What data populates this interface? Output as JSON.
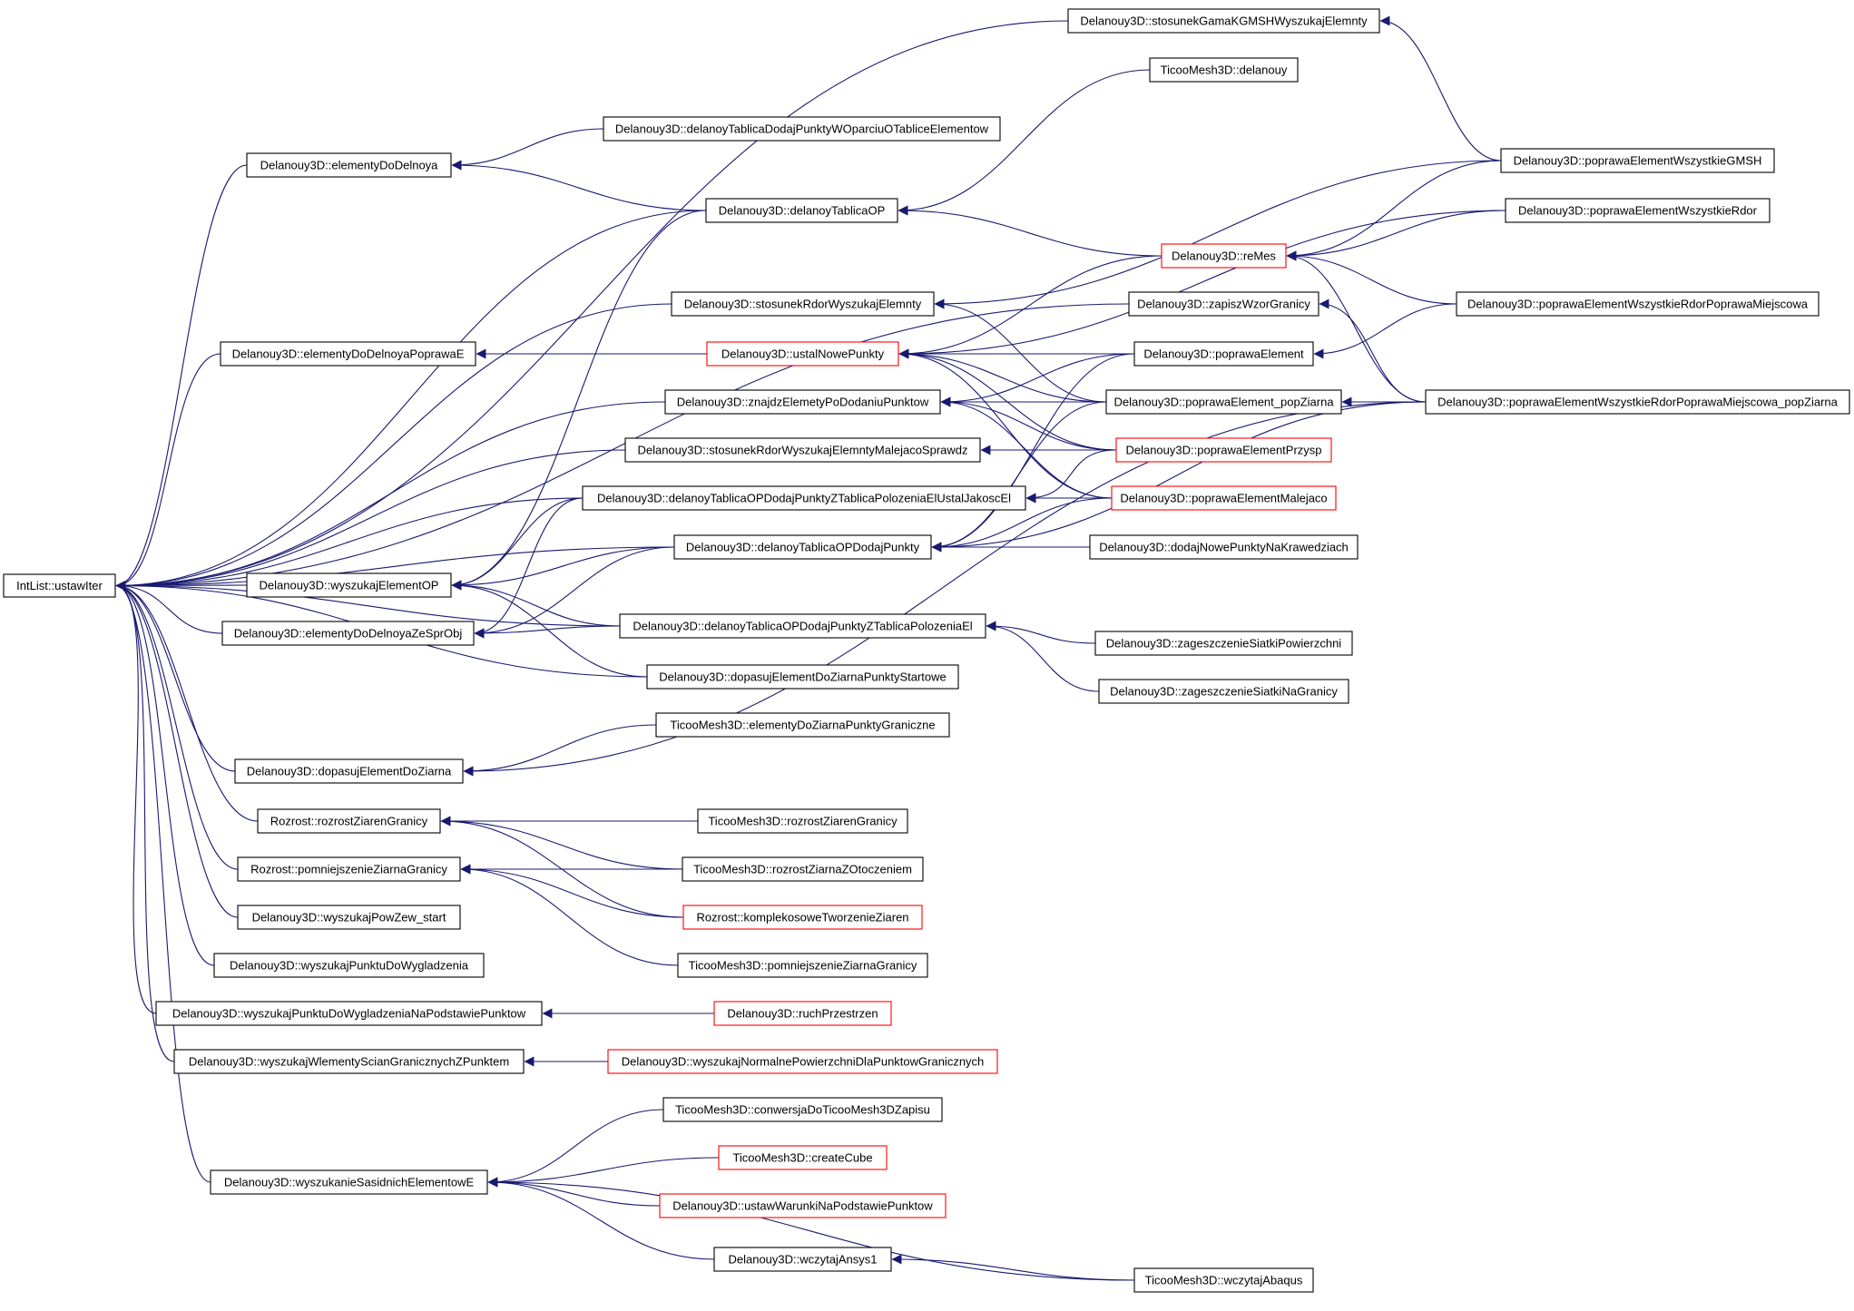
{
  "colors": {
    "edge": "#191970",
    "border_normal": "#000000",
    "border_truncated": "#ff0000",
    "root_fill": "#bfbfbf",
    "background": "#ffffff"
  },
  "nodes": [
    {
      "id": "root",
      "label": "IntList::ustawIter",
      "border": "black",
      "root": true
    },
    {
      "id": "eDD",
      "label": "Delanouy3D::elementyDoDelnoya",
      "border": "black"
    },
    {
      "id": "eDDPE",
      "label": "Delanouy3D::elementyDoDelnoyaPoprawaE",
      "border": "black"
    },
    {
      "id": "wEOP",
      "label": "Delanouy3D::wyszukajElementOP",
      "border": "black"
    },
    {
      "id": "eDDZSO",
      "label": "Delanouy3D::elementyDoDelnoyaZeSprObj",
      "border": "black"
    },
    {
      "id": "dEDZ",
      "label": "Delanouy3D::dopasujElementDoZiarna",
      "border": "black"
    },
    {
      "id": "rZG",
      "label": "Rozrost::rozrostZiarenGranicy",
      "border": "black"
    },
    {
      "id": "pZG",
      "label": "Rozrost::pomniejszenieZiarnaGranicy",
      "border": "black"
    },
    {
      "id": "wPZs",
      "label": "Delanouy3D::wyszukajPowZew_start",
      "border": "black"
    },
    {
      "id": "wPDW",
      "label": "Delanouy3D::wyszukajPunktuDoWygladzenia",
      "border": "black"
    },
    {
      "id": "wPDWNP",
      "label": "Delanouy3D::wyszukajPunktuDoWygladzeniaNaPodstawiePunktow",
      "border": "black"
    },
    {
      "id": "wWSGZP",
      "label": "Delanouy3D::wyszukajWlementyScianGranicznychZPunktem",
      "border": "black"
    },
    {
      "id": "wSEE",
      "label": "Delanouy3D::wyszukanieSasidnichElementowE",
      "border": "black"
    },
    {
      "id": "dTDPWOTE",
      "label": "Delanouy3D::delanoyTablicaDodajPunktyWOparciuOTabliceElementow",
      "border": "black"
    },
    {
      "id": "dTOP",
      "label": "Delanouy3D::delanoyTablicaOP",
      "border": "black"
    },
    {
      "id": "sRWE",
      "label": "Delanouy3D::stosunekRdorWyszukajElemnty",
      "border": "black"
    },
    {
      "id": "uNP",
      "label": "Delanouy3D::ustalNowePunkty",
      "border": "red"
    },
    {
      "id": "zEPDP",
      "label": "Delanouy3D::znajdzElemetyPoDodaniuPunktow",
      "border": "black"
    },
    {
      "id": "sRWEMS",
      "label": "Delanouy3D::stosunekRdorWyszukajElemntyMalejacoSprawdz",
      "border": "black"
    },
    {
      "id": "dTOPDPZTPEUJE",
      "label": "Delanouy3D::delanoyTablicaOPDodajPunktyZTablicaPolozeniaElUstalJakoscEl",
      "border": "black"
    },
    {
      "id": "dTOPDP",
      "label": "Delanouy3D::delanoyTablicaOPDodajPunkty",
      "border": "black"
    },
    {
      "id": "dTOPDPZTPE",
      "label": "Delanouy3D::delanoyTablicaOPDodajPunktyZTablicaPolozeniaEl",
      "border": "black"
    },
    {
      "id": "dEDZPS",
      "label": "Delanouy3D::dopasujElementDoZiarnaPunktyStartowe",
      "border": "black"
    },
    {
      "id": "tEDZPG",
      "label": "TicooMesh3D::elementyDoZiarnaPunktyGraniczne",
      "border": "black"
    },
    {
      "id": "tRZG",
      "label": "TicooMesh3D::rozrostZiarenGranicy",
      "border": "black"
    },
    {
      "id": "tRZZO",
      "label": "TicooMesh3D::rozrostZiarnaZOtoczeniem",
      "border": "black"
    },
    {
      "id": "rKTZ",
      "label": "Rozrost::komplekosoweTworzenieZiaren",
      "border": "red"
    },
    {
      "id": "tPZG",
      "label": "TicooMesh3D::pomniejszenieZiarnaGranicy",
      "border": "black"
    },
    {
      "id": "rP",
      "label": "Delanouy3D::ruchPrzestrzen",
      "border": "red"
    },
    {
      "id": "wNPDPG",
      "label": "Delanouy3D::wyszukajNormalnePowierzchniDlaPunktowGranicznych",
      "border": "red"
    },
    {
      "id": "tCDTMZ",
      "label": "TicooMesh3D::conwersjaDoTicooMesh3DZapisu",
      "border": "black"
    },
    {
      "id": "tCC",
      "label": "TicooMesh3D::createCube",
      "border": "red"
    },
    {
      "id": "uWNPP",
      "label": "Delanouy3D::ustawWarunkiNaPodstawiePunktow",
      "border": "red"
    },
    {
      "id": "wA",
      "label": "Delanouy3D::wczytajAnsys1",
      "border": "black"
    },
    {
      "id": "sGKWE",
      "label": "Delanouy3D::stosunekGamaKGMSHWyszukajElemnty",
      "border": "black"
    },
    {
      "id": "tD",
      "label": "TicooMesh3D::delanouy",
      "border": "black"
    },
    {
      "id": "rM",
      "label": "Delanouy3D::reMes",
      "border": "red"
    },
    {
      "id": "zWG",
      "label": "Delanouy3D::zapiszWzorGranicy",
      "border": "black"
    },
    {
      "id": "pE",
      "label": "Delanouy3D::poprawaElement",
      "border": "black"
    },
    {
      "id": "pEpZ",
      "label": "Delanouy3D::poprawaElement_popZiarna",
      "border": "black"
    },
    {
      "id": "pEP",
      "label": "Delanouy3D::poprawaElementPrzysp",
      "border": "red"
    },
    {
      "id": "pEM",
      "label": "Delanouy3D::poprawaElementMalejaco",
      "border": "red"
    },
    {
      "id": "dNPNK",
      "label": "Delanouy3D::dodajNowePunktyNaKrawedziach",
      "border": "black"
    },
    {
      "id": "zSP",
      "label": "Delanouy3D::zageszczenieSiatkiPowierzchni",
      "border": "black"
    },
    {
      "id": "zSNG",
      "label": "Delanouy3D::zageszczenieSiatkiNaGranicy",
      "border": "black"
    },
    {
      "id": "tWA",
      "label": "TicooMesh3D::wczytajAbaqus",
      "border": "black"
    },
    {
      "id": "pEWG",
      "label": "Delanouy3D::poprawaElementWszystkieGMSH",
      "border": "black"
    },
    {
      "id": "pEWR",
      "label": "Delanouy3D::poprawaElementWszystkieRdor",
      "border": "black"
    },
    {
      "id": "pEWRPM",
      "label": "Delanouy3D::poprawaElementWszystkieRdorPoprawaMiejscowa",
      "border": "black"
    },
    {
      "id": "pEWRPMpZ",
      "label": "Delanouy3D::poprawaElementWszystkieRdorPoprawaMiejscowa_popZiarna",
      "border": "black"
    }
  ],
  "edges": [
    [
      "eDD",
      "root"
    ],
    [
      "eDDPE",
      "root"
    ],
    [
      "wEOP",
      "root"
    ],
    [
      "eDDZSO",
      "root"
    ],
    [
      "dEDZ",
      "root"
    ],
    [
      "rZG",
      "root"
    ],
    [
      "pZG",
      "root"
    ],
    [
      "wPZs",
      "root"
    ],
    [
      "wPDW",
      "root"
    ],
    [
      "wPDWNP",
      "root"
    ],
    [
      "wWSGZP",
      "root"
    ],
    [
      "wSEE",
      "root"
    ],
    [
      "sGKWE",
      "root"
    ],
    [
      "dTOP",
      "root"
    ],
    [
      "sRWE",
      "root"
    ],
    [
      "zWG",
      "root"
    ],
    [
      "zEPDP",
      "root"
    ],
    [
      "sRWEMS",
      "root"
    ],
    [
      "dTOPDPZTPEUJE",
      "root"
    ],
    [
      "dTOPDP",
      "root"
    ],
    [
      "dTOPDPZTPE",
      "root"
    ],
    [
      "dEDZPS",
      "root"
    ],
    [
      "dTDPWOTE",
      "eDD"
    ],
    [
      "dTOP",
      "eDD"
    ],
    [
      "uNP",
      "eDDPE"
    ],
    [
      "dTOP",
      "wEOP"
    ],
    [
      "dTOPDPZTPEUJE",
      "wEOP"
    ],
    [
      "dTOPDP",
      "wEOP"
    ],
    [
      "dTOPDPZTPE",
      "wEOP"
    ],
    [
      "dEDZPS",
      "wEOP"
    ],
    [
      "dTOPDPZTPEUJE",
      "eDDZSO"
    ],
    [
      "dTOPDP",
      "eDDZSO"
    ],
    [
      "dTOPDPZTPE",
      "eDDZSO"
    ],
    [
      "tEDZPG",
      "dEDZ"
    ],
    [
      "pEWRPMpZ",
      "dEDZ"
    ],
    [
      "tRZG",
      "rZG"
    ],
    [
      "tRZZO",
      "rZG"
    ],
    [
      "rKTZ",
      "rZG"
    ],
    [
      "tRZZO",
      "pZG"
    ],
    [
      "rKTZ",
      "pZG"
    ],
    [
      "tPZG",
      "pZG"
    ],
    [
      "rP",
      "wPDWNP"
    ],
    [
      "wNPDPG",
      "wWSGZP"
    ],
    [
      "tCDTMZ",
      "wSEE"
    ],
    [
      "tCC",
      "wSEE"
    ],
    [
      "uWNPP",
      "wSEE"
    ],
    [
      "wA",
      "wSEE"
    ],
    [
      "tWA",
      "wSEE"
    ],
    [
      "tD",
      "dTOP"
    ],
    [
      "rM",
      "dTOP"
    ],
    [
      "pEWG",
      "sRWE"
    ],
    [
      "pEpZ",
      "sRWE"
    ],
    [
      "pEWR",
      "uNP"
    ],
    [
      "rM",
      "uNP"
    ],
    [
      "pE",
      "uNP"
    ],
    [
      "pEpZ",
      "uNP"
    ],
    [
      "pEP",
      "uNP"
    ],
    [
      "pEM",
      "uNP"
    ],
    [
      "pE",
      "zEPDP"
    ],
    [
      "pEpZ",
      "zEPDP"
    ],
    [
      "pEP",
      "zEPDP"
    ],
    [
      "pEM",
      "zEPDP"
    ],
    [
      "pEP",
      "sRWEMS"
    ],
    [
      "pEP",
      "dTOPDPZTPEUJE"
    ],
    [
      "pEM",
      "dTOPDPZTPEUJE"
    ],
    [
      "pE",
      "dTOPDP"
    ],
    [
      "pEpZ",
      "dTOPDP"
    ],
    [
      "pEM",
      "dTOPDP"
    ],
    [
      "dNPNK",
      "dTOPDP"
    ],
    [
      "pEWRPMpZ",
      "dTOPDP"
    ],
    [
      "zSP",
      "dTOPDPZTPE"
    ],
    [
      "zSNG",
      "dTOPDPZTPE"
    ],
    [
      "tWA",
      "wA"
    ],
    [
      "pEWG",
      "sGKWE"
    ],
    [
      "pEWG",
      "rM"
    ],
    [
      "pEWR",
      "rM"
    ],
    [
      "pEWRPM",
      "rM"
    ],
    [
      "pEWRPMpZ",
      "rM"
    ],
    [
      "pEWRPMpZ",
      "zWG"
    ],
    [
      "pEWRPM",
      "pE"
    ],
    [
      "pEWRPMpZ",
      "pEpZ"
    ]
  ]
}
